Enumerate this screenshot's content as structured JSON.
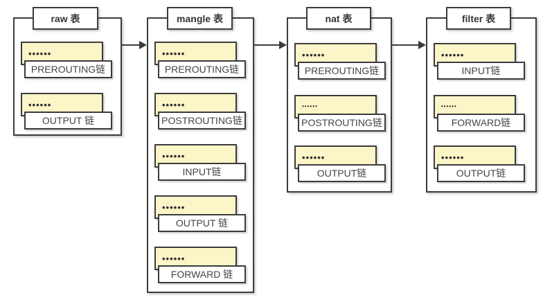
{
  "diagram": {
    "title_suffix": "表",
    "colors": {
      "border": "#3b3b3b",
      "note_fill": "#fbf5c8",
      "box_fill": "#ffffff",
      "text": "#444444"
    },
    "tables": [
      {
        "title": "raw 表",
        "chains": [
          {
            "dots": "••••••",
            "label": "PREROUTING链"
          },
          {
            "dots": "••••••",
            "label": "OUTPUT 链"
          }
        ]
      },
      {
        "title": "mangle 表",
        "chains": [
          {
            "dots": "••••••",
            "label": "PREROUTING链"
          },
          {
            "dots": "••••••",
            "label": "POSTROUTING链"
          },
          {
            "dots": "••••••",
            "label": "INPUT链"
          },
          {
            "dots": "••••••",
            "label": "OUTPUT 链"
          },
          {
            "dots": "••••••",
            "label": "FORWARD 链"
          }
        ]
      },
      {
        "title": "nat 表",
        "chains": [
          {
            "dots": "••••••",
            "label": "PREROUTING链"
          },
          {
            "dots": "••••••",
            "label": "POSTROUTING链"
          },
          {
            "dots": "••••••",
            "label": "OUTPUT链"
          }
        ]
      },
      {
        "title": "filter 表",
        "chains": [
          {
            "dots": "••••••",
            "label": "INPUT链"
          },
          {
            "dots": "••••••",
            "label": "FORWARD链"
          },
          {
            "dots": "••••••",
            "label": "OUTPUT链"
          }
        ]
      }
    ]
  }
}
